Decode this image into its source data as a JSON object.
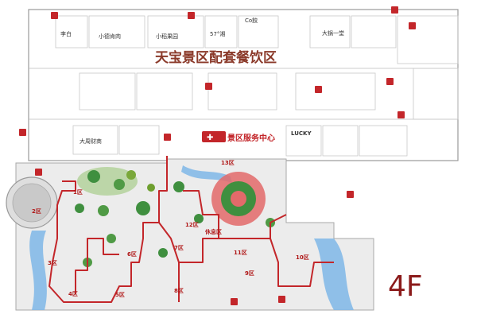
{
  "title": "天宝景区配套餐饮区",
  "service_center": "景区服务中心",
  "floor": "4F",
  "rest_area": "休息区",
  "colors": {
    "route": "#c3262a",
    "title": "#8b3a2a",
    "floor": "#8b1a1a",
    "water": "#7fb7e8",
    "garden": "#3f8f3f",
    "plaza": "#e9e4df"
  },
  "shops": [
    {
      "id": "shop-1",
      "label": "李白"
    },
    {
      "id": "shop-2",
      "label": "小德肯肉"
    },
    {
      "id": "shop-3",
      "label": "小稻果园"
    },
    {
      "id": "shop-4",
      "label": "57°湘"
    },
    {
      "id": "shop-5",
      "label": "Co餃"
    },
    {
      "id": "shop-6",
      "label": "大锅一堂"
    },
    {
      "id": "shop-7",
      "label": "LUCKY"
    },
    {
      "id": "shop-8",
      "label": "大周财商"
    }
  ],
  "zones": [
    "1区",
    "2区",
    "3区",
    "4区",
    "5区",
    "6区",
    "7区",
    "8区",
    "9区",
    "10区",
    "11区",
    "12区",
    "13区"
  ]
}
